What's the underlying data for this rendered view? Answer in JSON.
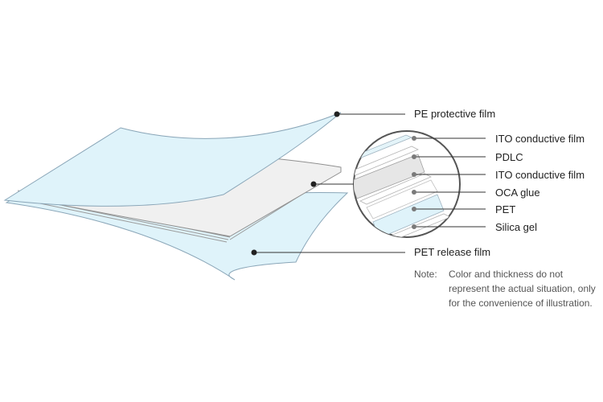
{
  "labels": {
    "pe_protective_film": "PE protective film",
    "ito_top": "ITO conductive film",
    "pdlc": "PDLC",
    "ito_bottom": "ITO conductive film",
    "oca_glue": "OCA glue",
    "pet": "PET",
    "silica_gel": "Silica gel",
    "pet_release_film": "PET release film"
  },
  "note": {
    "prefix": "Note:",
    "text": "Color and thickness do not represent the actual situation, only for the convenience of illustration."
  },
  "colors": {
    "film_fill": "#dff3fa",
    "film_edge": "#8aa6b8",
    "pdlc_fill": "#efefef",
    "leader_line": "#333333",
    "dot": "#222222",
    "layer_dot": "#7a7a7a"
  }
}
